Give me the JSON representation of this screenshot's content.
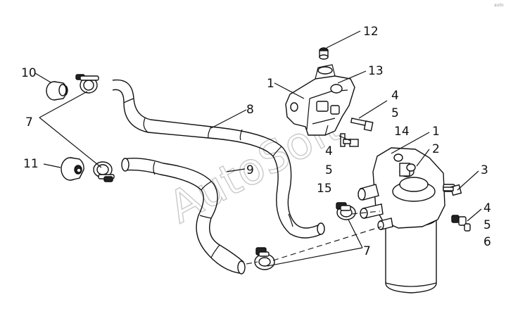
{
  "labels": {
    "l1_bracket": "1",
    "l1_filter": "1",
    "l2": "2",
    "l3": "3",
    "l4_a": "4",
    "l4_b": "4",
    "l4_c": "4",
    "l5_a": "5",
    "l5_b": "5",
    "l5_c": "5",
    "l6": "6",
    "l7_a": "7",
    "l7_b": "7",
    "l8": "8",
    "l9": "9",
    "l10": "10",
    "l11": "11",
    "l12": "12",
    "l13": "13",
    "l14": "14",
    "l15": "15"
  },
  "watermark": {
    "main": "AutoSoft",
    "corner": "auto"
  }
}
